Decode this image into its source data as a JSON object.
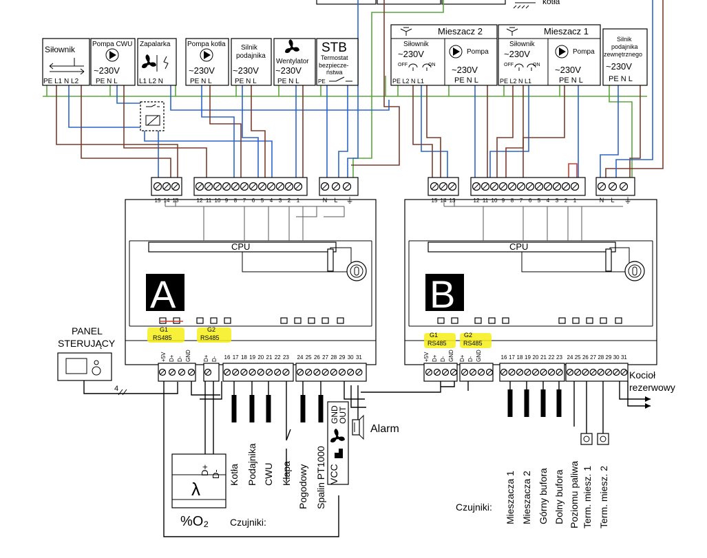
{
  "top": {
    "kotla": "kotła"
  },
  "devices_a": [
    {
      "id": "silownik",
      "title": "Siłownik",
      "terms": "PE L1 N L2"
    },
    {
      "id": "pompa-cwu",
      "title": "Pompa CWU",
      "volt": "~230V",
      "terms": "PE N L"
    },
    {
      "id": "zapalarka",
      "title": "Zapalarka",
      "terms": "L1 L2 N"
    },
    {
      "id": "pompa-kotla",
      "title": "Pompa kotła",
      "volt": "~230V",
      "terms": "PE N L"
    },
    {
      "id": "silnik-podajnika",
      "title1": "Silnik",
      "title2": "podajnika",
      "volt": "~230V",
      "terms": "PE N L"
    },
    {
      "id": "wentylator",
      "title": "Wentylator",
      "volt": "~230V",
      "terms": "PE N L"
    },
    {
      "id": "stb",
      "title": "STB",
      "sub1": "Termostat",
      "sub2": "bezpiecze-",
      "sub3": "ństwa",
      "terms": "PE"
    }
  ],
  "mixers": [
    {
      "title": "Mieszacz 2",
      "act": "Siłownik",
      "pump": "Pompa",
      "volt": "~230V",
      "off": "OFF",
      "on": "ON",
      "aterms": "PE L2 N L1",
      "pterms": "PE N L"
    },
    {
      "title": "Mieszacz 1",
      "act": "Siłownik",
      "pump": "Pompa",
      "volt": "~230V",
      "off": "OFF",
      "on": "ON",
      "aterms": "PE L2 N L1",
      "pterms": "PE N L"
    }
  ],
  "ext_feeder": {
    "l1": "Silnik",
    "l2": "podajnika",
    "l3": "zewnętrznego",
    "volt": "~230V",
    "terms": "PE N L"
  },
  "controller_a": {
    "label": "A",
    "cpu": "CPU",
    "t_left": [
      "15",
      "14",
      "13"
    ],
    "t_mid": [
      "12",
      "11",
      "10",
      "9",
      "8",
      "7",
      "6",
      "5",
      "4",
      "3",
      "2",
      "1"
    ],
    "t_right": [
      "N",
      "L"
    ],
    "g1": "G1",
    "g2": "G2",
    "rs1": "RS485",
    "rs2": "RS485",
    "bus1": [
      "+5V",
      "D+",
      "D-",
      "GND"
    ],
    "bus2": [
      "D+",
      "D-"
    ],
    "bottom": [
      "16",
      "17",
      "18",
      "19",
      "20",
      "21",
      "22",
      "23",
      "24",
      "25",
      "26",
      "27",
      "28",
      "29",
      "30",
      "31"
    ]
  },
  "controller_b": {
    "label": "B",
    "cpu": "CPU",
    "t_left": [
      "15",
      "14",
      "13"
    ],
    "t_mid": [
      "12",
      "11",
      "10",
      "9",
      "8",
      "7",
      "6",
      "5",
      "4",
      "3",
      "2",
      "1"
    ],
    "t_right": [
      "N",
      "L"
    ],
    "g1": "G1",
    "g2": "G2",
    "rs1": "RS485",
    "rs2": "RS485",
    "bus1": [
      "+5V",
      "D+",
      "D-",
      "GND"
    ],
    "bus2": [
      "D+",
      "D-",
      "GND"
    ],
    "bottom": [
      "16",
      "17",
      "18",
      "19",
      "20",
      "21",
      "22",
      "23",
      "24",
      "25",
      "26",
      "27",
      "28",
      "29",
      "30",
      "31"
    ]
  },
  "panel": {
    "l1": "PANEL",
    "l2": "STERUJĄCY",
    "cable": "4"
  },
  "lambda": {
    "dplus": "D+",
    "dminus": "D-",
    "symbol": "λ",
    "o2": "%O₂"
  },
  "sensors_a": {
    "label": "Czujniki:",
    "items": [
      "Kotła",
      "Podajnika",
      "CWU",
      "Klapa",
      "Pogodowy",
      "Spalin PT1000"
    ],
    "gnd": "GND",
    "out": "OUT",
    "vcc": "VCC"
  },
  "alarm": "Alarm",
  "kociol": {
    "l1": "Kocioł",
    "l2": "rezerwowy"
  },
  "sensors_b": {
    "label": "Czujniki:",
    "items": [
      "Mieszacza 1",
      "Mieszacza 2",
      "Górny bufora",
      "Dolny bufora",
      "Poziomu paliwa",
      "Term. miesz. 1",
      "Term. miesz. 2"
    ]
  }
}
